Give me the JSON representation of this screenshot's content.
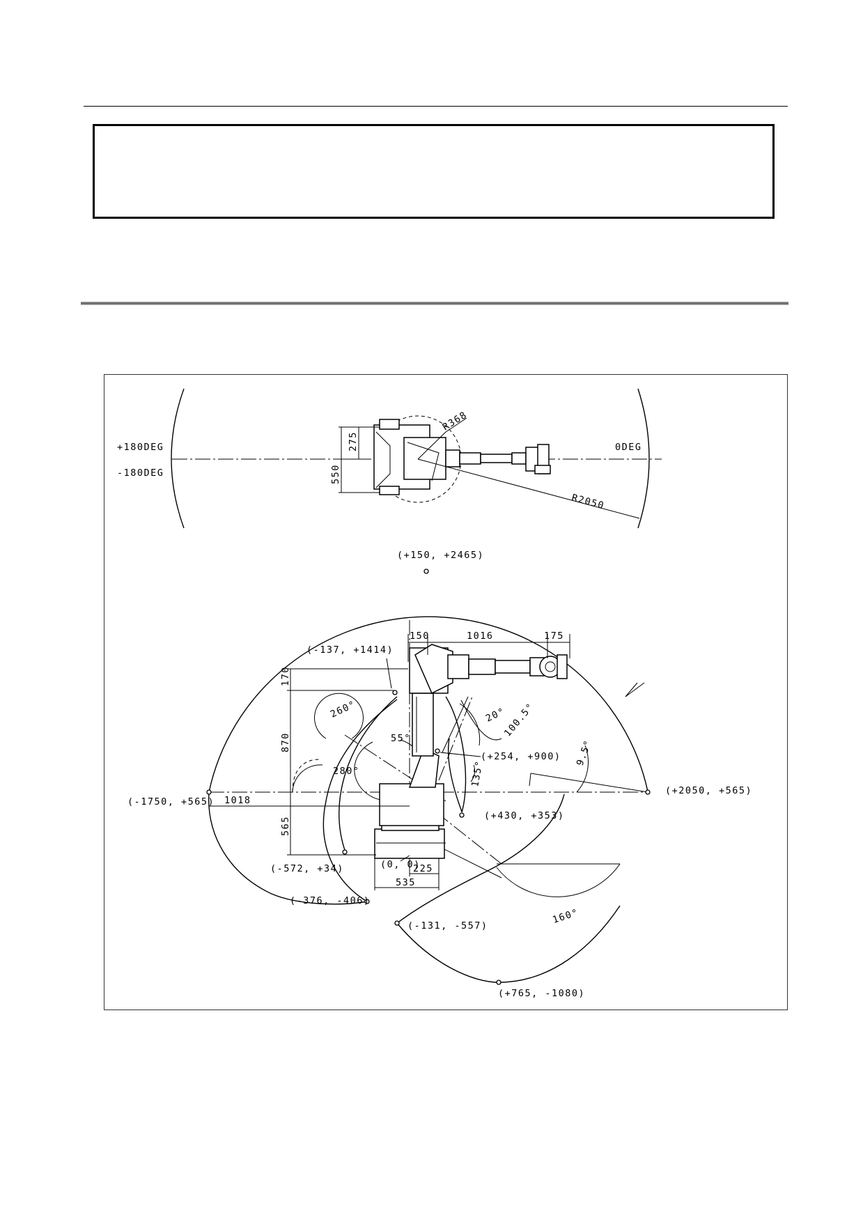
{
  "labels": {
    "top_view": {
      "plus_180": "+180DEG",
      "minus_180": "-180DEG",
      "zero_deg": "0DEG",
      "radius_base": "R368",
      "radius_reach": "R2050",
      "dim_275": "275",
      "dim_550": "550"
    },
    "side_view": {
      "pt_top": "(+150, +2465)",
      "pt_upper_left": "(-137, +1414)",
      "pt_wrist": "(+254, +900)",
      "pt_left": "(-1750, +565)",
      "pt_right": "(+2050, +565)",
      "pt_lower_inner": "(+430, +353)",
      "pt_front_low": "(-572, +34)",
      "pt_origin": "(0, 0)",
      "pt_lower_left": "(-376, -406)",
      "pt_lower_mid": "(-131, -557)",
      "pt_bottom": "(+765, -1080)",
      "dim_150": "150",
      "dim_1016": "1016",
      "dim_175": "175",
      "dim_170": "170",
      "dim_870": "870",
      "dim_565": "565",
      "dim_1018": "1018",
      "dim_225": "225",
      "dim_535": "535",
      "ang_260": "260°",
      "ang_280": "280°",
      "ang_55": "55°",
      "ang_20": "20°",
      "ang_100_5": "100.5°",
      "ang_9_5": "9.5°",
      "ang_135": "135°",
      "ang_160": "160°"
    }
  }
}
